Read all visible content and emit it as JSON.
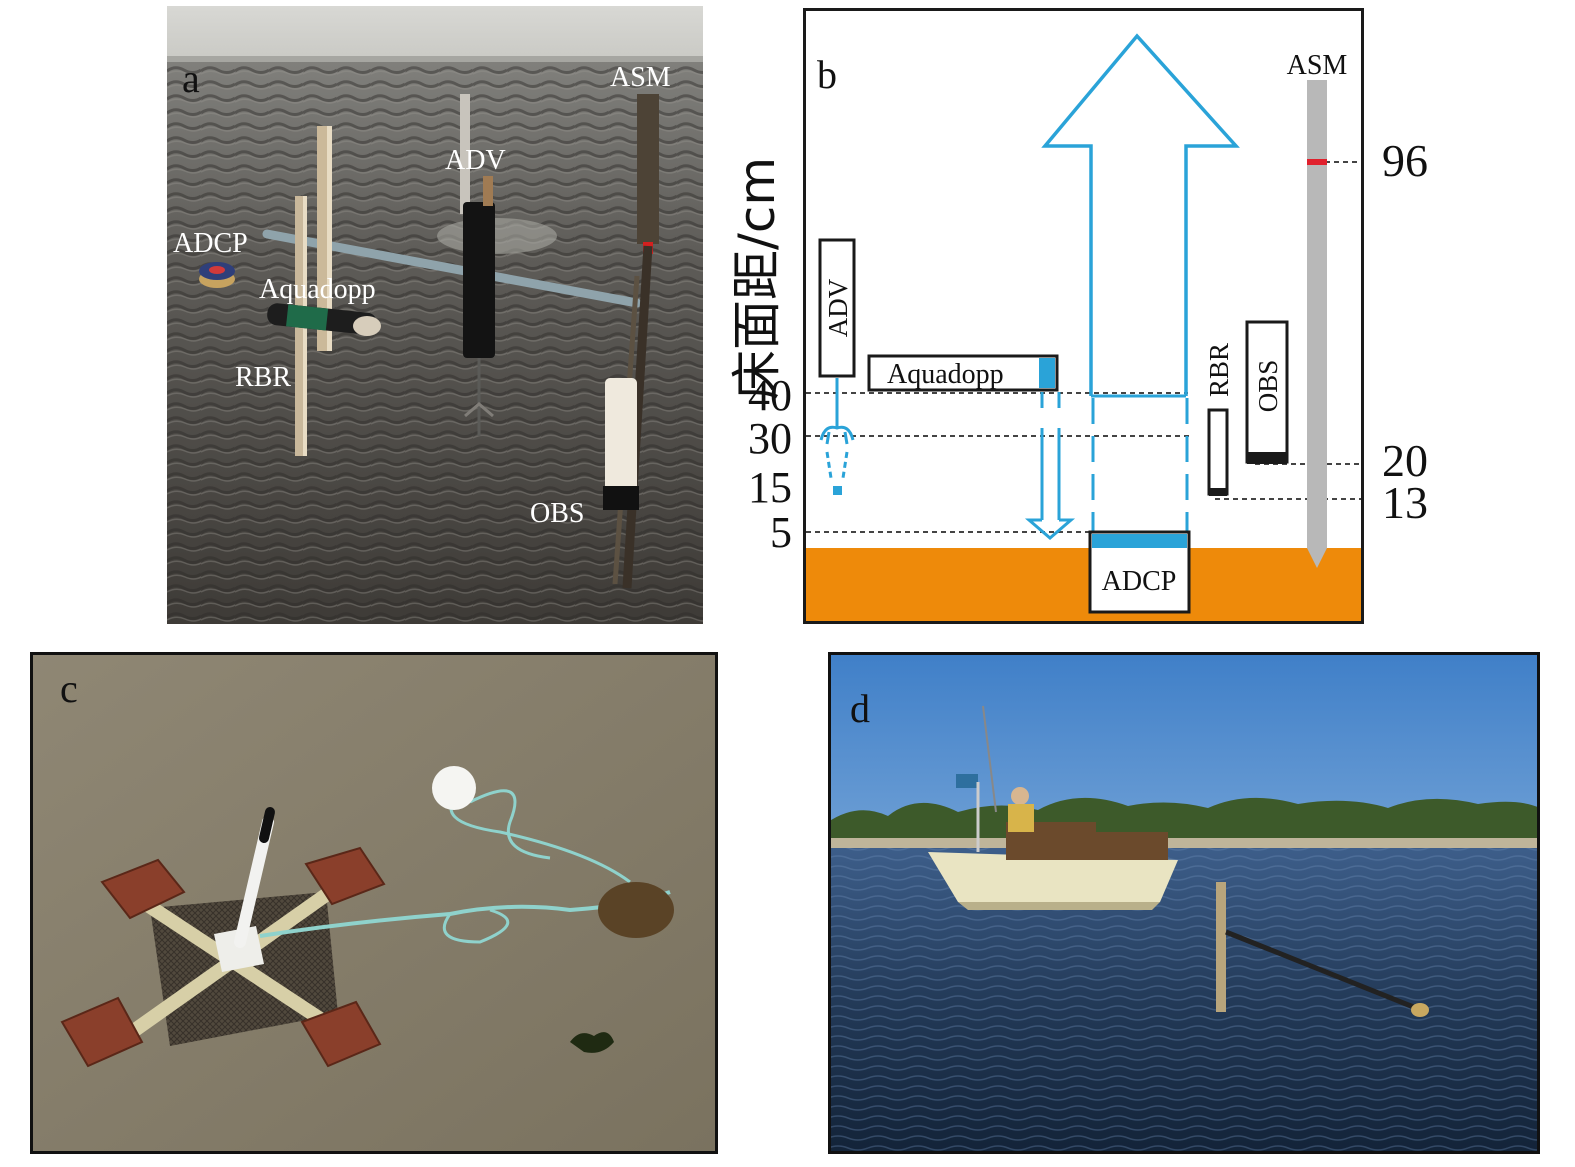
{
  "panel_a": {
    "letter": "a",
    "labels": {
      "asm": "ASM",
      "adv": "ADV",
      "adcp": "ADCP",
      "aquadopp": "Aquadopp",
      "rbr": "RBR",
      "obs": "OBS"
    }
  },
  "panel_b": {
    "letter": "b",
    "axis_label": "床面距/cm",
    "left_ticks": [
      "40",
      "30",
      "15",
      "5"
    ],
    "right_ticks": [
      "96",
      "20",
      "13"
    ],
    "instruments": {
      "adv": "ADV",
      "aquadopp": "Aquadopp",
      "rbr": "RBR",
      "obs": "OBS",
      "asm": "ASM",
      "adcp": "ADCP"
    },
    "colors": {
      "beam": "#2aa3d8",
      "sediment": "#ee8a0a",
      "rod": "#b8b8b8",
      "marker": "#e0202c"
    }
  },
  "panel_c": {
    "letter": "c"
  },
  "panel_d": {
    "letter": "d"
  }
}
